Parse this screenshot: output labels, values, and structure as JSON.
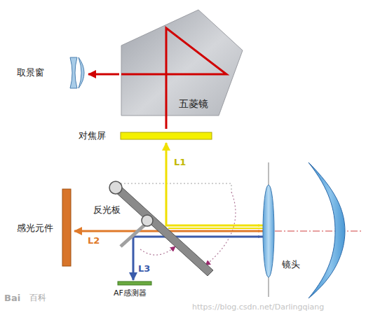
{
  "diagram": {
    "nodes": [
      {
        "text": [
          "五菱镜"
        ]
      },
      {
        "text": [
          "对焦屏"
        ]
      },
      {
        "text": [
          "取景窗"
        ]
      },
      {
        "text": [
          "反光板"
        ]
      },
      {
        "text": [
          "感光元件"
        ]
      },
      {
        "text": [
          "AF感测器"
        ]
      },
      {
        "text": [
          "镜头"
        ]
      }
    ],
    "edges": [
      {
        "from": 1,
        "to": 0,
        "arrow": "none"
      },
      {
        "from": 0,
        "to": 2,
        "arrow": "to"
      },
      {
        "from": 6,
        "to": 1,
        "label": "L1",
        "arrow": "to"
      },
      {
        "from": 6,
        "to": 4,
        "label": "L2",
        "arrow": "to"
      },
      {
        "from": 6,
        "to": 5,
        "label": "L3",
        "arrow": "to"
      }
    ],
    "labels": [
      "Bai",
      "百科",
      "https://blog.csdn.net/Darlingqiang"
    ]
  }
}
